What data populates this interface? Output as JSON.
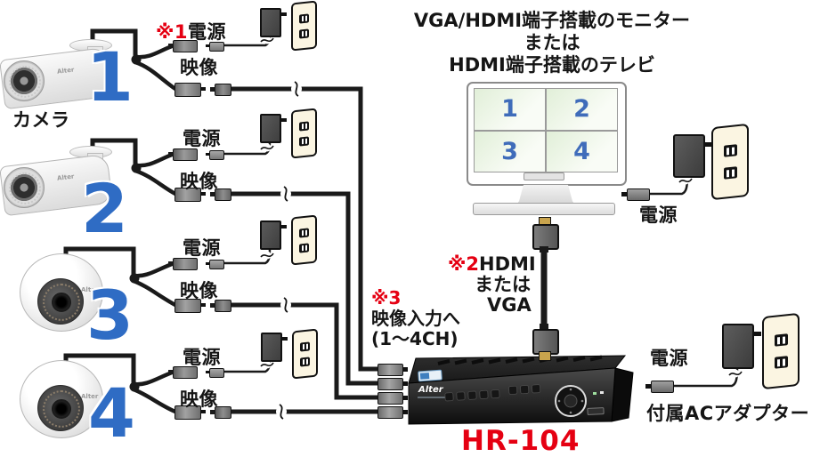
{
  "colors": {
    "accent_red": "#e50012",
    "number_blue": "#2f6cc4",
    "screen_green": "#e1efd8",
    "cable_black": "#1a1a1a",
    "outlet_cream": "#fbf5e2"
  },
  "camera_section": {
    "label": "カメラ",
    "power_note": "※1",
    "power_label": "電源",
    "video_label": "映像",
    "brand": "Alter",
    "cameras": [
      {
        "number": "1",
        "type": "bullet"
      },
      {
        "number": "2",
        "type": "bullet"
      },
      {
        "number": "3",
        "type": "dome"
      },
      {
        "number": "4",
        "type": "dome"
      }
    ]
  },
  "monitor": {
    "title_line1": "VGA/HDMI端子搭載のモニター",
    "title_line2": "または",
    "title_line3": "HDMI端子搭載のテレビ",
    "quadrants": [
      "1",
      "2",
      "3",
      "4"
    ],
    "power_label": "電源"
  },
  "hdmi_note": {
    "note": "※2",
    "option1": "HDMI",
    "conjunction": "または",
    "option2": "VGA"
  },
  "video_input_note": {
    "note": "※3",
    "line1": "映像入力へ",
    "line2": "(1〜4CH)"
  },
  "recorder": {
    "brand": "Alter",
    "model": "HR-104",
    "power_label": "電源",
    "adapter_label": "付属ACアダプター"
  }
}
